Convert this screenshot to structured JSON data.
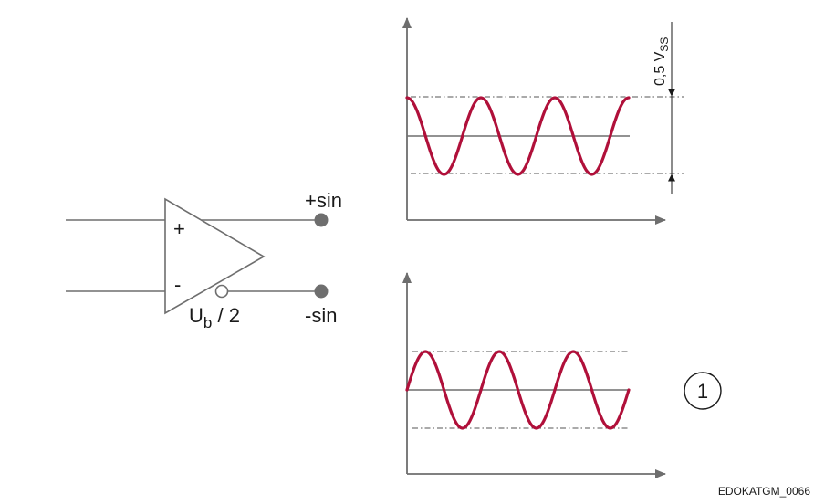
{
  "diagram": {
    "amplifier": {
      "plus_input": "+",
      "minus_input": "-",
      "supply_symbol": "U",
      "supply_subscript": "b",
      "supply_suffix": " / 2"
    },
    "outputs": {
      "positive": "+sin",
      "negative": "-sin"
    },
    "amplitude_label": {
      "prefix": "0,5 V",
      "subscript": "SS"
    },
    "callout": "1",
    "drawing_id": "EDOKATGM_0066",
    "colors": {
      "signal": "#b0103a",
      "lines": "#6e6e6e",
      "terminals": "#6e6e6e",
      "text": "#1a1a1a"
    },
    "waveforms": [
      {
        "name": "positive-output",
        "phase_deg": 90,
        "cycles": 3
      },
      {
        "name": "negative-output",
        "phase_deg": 0,
        "cycles": 3
      }
    ]
  }
}
